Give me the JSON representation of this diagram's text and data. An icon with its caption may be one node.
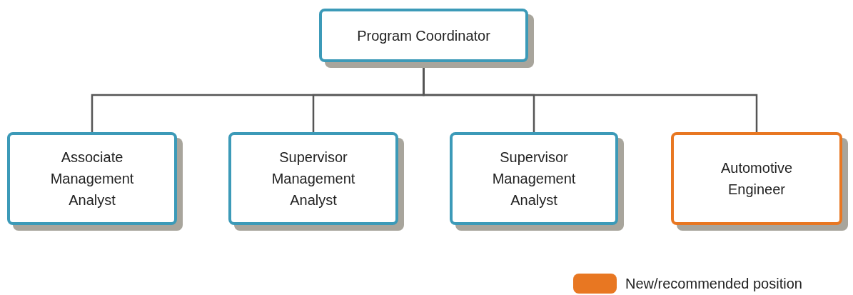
{
  "diagram": {
    "nodes": [
      {
        "text": [
          "Program Coordinator"
        ]
      },
      {
        "text": [
          "Associate Management Analyst"
        ]
      },
      {
        "text": [
          "Supervisor Management Analyst"
        ]
      },
      {
        "text": [
          "Supervisor Management Analyst"
        ]
      },
      {
        "text": [
          "Automotive Engineer"
        ]
      }
    ],
    "edges": [
      {
        "from": 0,
        "to": 1,
        "arrow": "none"
      },
      {
        "from": 0,
        "to": 2,
        "arrow": "none"
      },
      {
        "from": 0,
        "to": 3,
        "arrow": "none"
      },
      {
        "from": 0,
        "to": 4,
        "arrow": "none"
      }
    ],
    "legend": [
      {
        "text": "New/recommended position",
        "color": "#e87722"
      }
    ]
  }
}
